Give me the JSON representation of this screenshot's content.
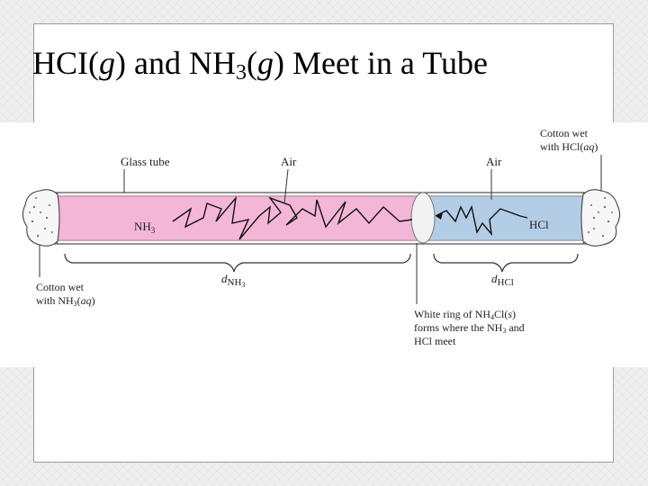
{
  "slide": {
    "title": {
      "part1": "HCI(",
      "part2": "g",
      "part3": ") and NH",
      "part4": "3",
      "part5": "(",
      "part6": "g",
      "part7": ") Meet  in a Tube"
    }
  },
  "diagram": {
    "glass_tube": "Glass tube",
    "air_left": "Air",
    "air_right": "Air",
    "gas_left": "NH",
    "gas_left_sub": "3",
    "gas_right": "HCl",
    "cotton_left_line1": "Cotton wet",
    "cotton_left_line2_a": "with NH",
    "cotton_left_line2_sub": "3",
    "cotton_left_line2_b": "(",
    "cotton_left_line2_c": "aq",
    "cotton_left_line2_d": ")",
    "cotton_right_line1": "Cotton wet",
    "cotton_right_line2_a": "with HCl(",
    "cotton_right_line2_b": "aq",
    "cotton_right_line2_c": ")",
    "dist_left_d": "d",
    "dist_left_sub": "NH",
    "dist_left_sub2": "3",
    "dist_right_d": "d",
    "dist_right_sub": "HCl",
    "ring_line1_a": "White ring of NH",
    "ring_line1_sub": "4",
    "ring_line1_b": "Cl(",
    "ring_line1_c": "s",
    "ring_line1_d": ")",
    "ring_line2_a": "forms where the NH",
    "ring_line2_sub": "3",
    "ring_line2_b": " and",
    "ring_line3": "HCl meet",
    "colors": {
      "nh3_region": "#f4b6d6",
      "hcl_region": "#b4cde6",
      "ring": "#f2f2f2"
    }
  }
}
